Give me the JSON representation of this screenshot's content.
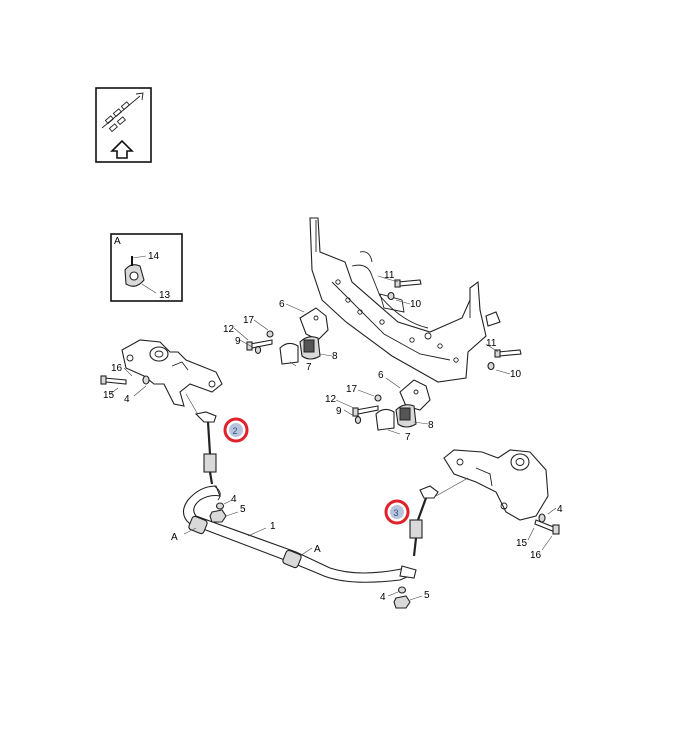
{
  "orientation_box": {
    "icon": "front-arrow-icon"
  },
  "detail_box": {
    "letter": "A",
    "labels": [
      "14",
      "13"
    ]
  },
  "callouts": [
    {
      "number": "2",
      "color": "#e0202a",
      "fill": "#b8c4dc"
    },
    {
      "number": "3",
      "color": "#e0202a",
      "fill": "#b8c4dc"
    }
  ],
  "labels": {
    "l11a": "11",
    "l10a": "10",
    "l11b": "11",
    "l10b": "10",
    "l6a": "6",
    "l17a": "17",
    "l12a": "12",
    "l9a": "9",
    "l8a": "8",
    "l7a": "7",
    "l6b": "6",
    "l17b": "17",
    "l12b": "12",
    "l9b": "9",
    "l8b": "8",
    "l7b": "7",
    "l16a": "16",
    "l15a": "15",
    "l4a": "4",
    "l4b": "4",
    "l5b": "5",
    "l1": "1",
    "lAa": "A",
    "lAb": "A",
    "l4c": "4",
    "l5c": "5",
    "l4d": "4",
    "l15d": "15",
    "l16d": "16"
  }
}
